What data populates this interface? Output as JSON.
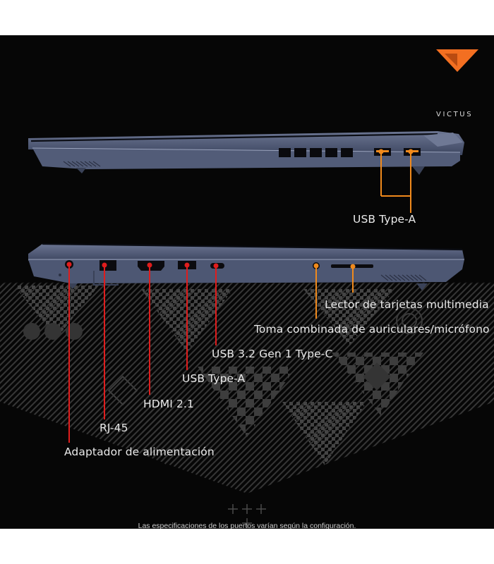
{
  "brand": {
    "name": "VICTUS",
    "logo_color": "#f36f21"
  },
  "colors": {
    "background": "#060606",
    "callout_orange": "#f08a1c",
    "callout_red": "#e01d1d",
    "chassis": "#4d5773"
  },
  "views": {
    "right_side": {
      "ports": [
        {
          "label": "USB Type-A",
          "icon": "usb-a-port-icon",
          "count": 2
        }
      ]
    },
    "left_side": {
      "ports": [
        {
          "label": "Lector de tarjetas multimedia",
          "icon": "card-reader-slot-icon"
        },
        {
          "label": "Toma combinada de auriculares/micrófono",
          "icon": "audio-jack-icon"
        },
        {
          "label": "USB 3.2 Gen 1 Type-C",
          "icon": "usb-c-port-icon"
        },
        {
          "label": "USB Type-A",
          "icon": "usb-a-port-icon"
        },
        {
          "label": "HDMI 2.1",
          "icon": "hdmi-port-icon"
        },
        {
          "label": "RJ-45",
          "icon": "rj45-port-icon"
        },
        {
          "label": "Adaptador de alimentación",
          "icon": "power-connector-icon"
        }
      ]
    }
  },
  "footnote": "Las especificaciones de los puertos varían según la configuración."
}
